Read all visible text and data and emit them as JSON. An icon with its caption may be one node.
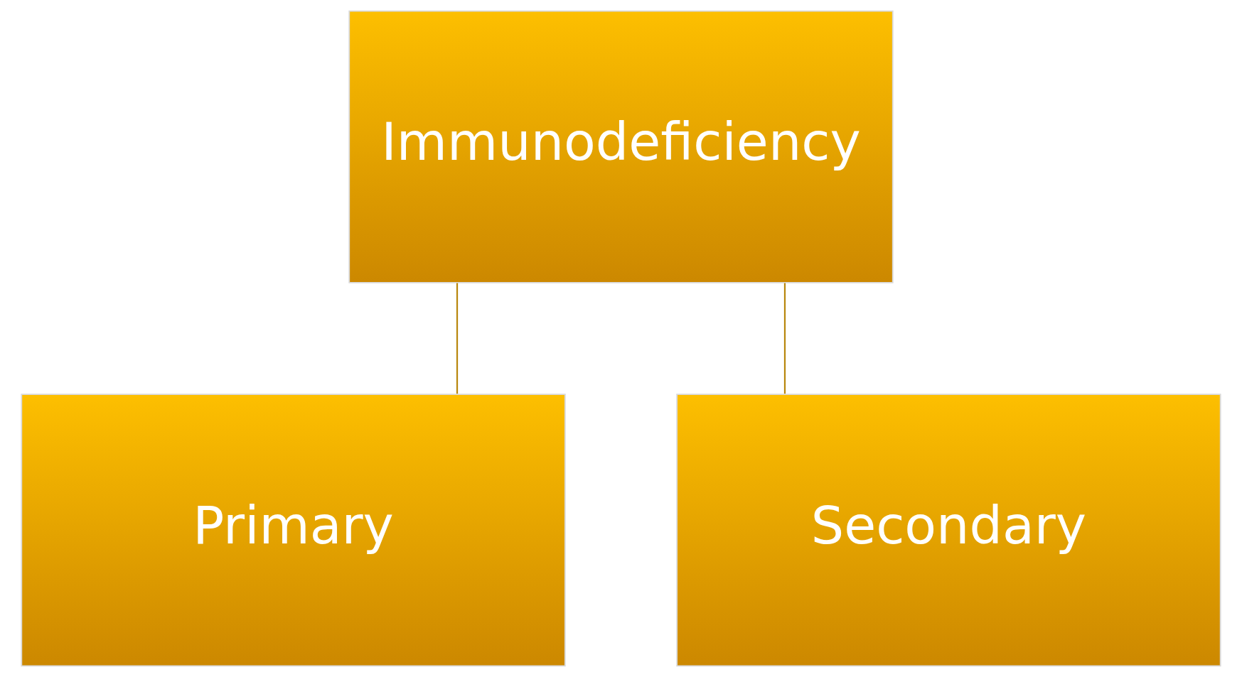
{
  "diagram": {
    "nodes": [
      {
        "text": [
          "Immunodeficiency"
        ]
      },
      {
        "text": [
          "Primary"
        ]
      },
      {
        "text": [
          "Secondary"
        ]
      }
    ],
    "edges": [
      {
        "from": 0,
        "to": 1,
        "arrow": "none"
      },
      {
        "from": 0,
        "to": 2,
        "arrow": "none"
      }
    ]
  }
}
